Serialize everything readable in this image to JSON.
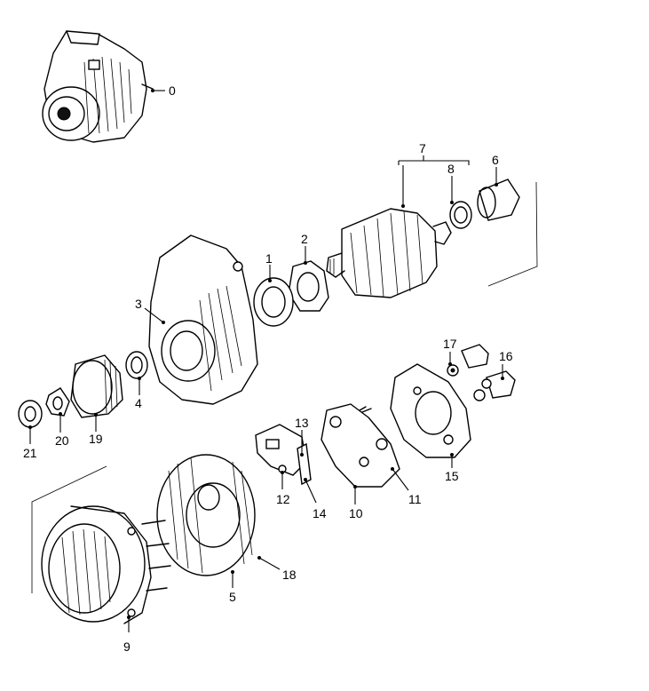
{
  "callouts": {
    "c0": "0",
    "c1": "1",
    "c2": "2",
    "c3": "3",
    "c4": "4",
    "c5": "5",
    "c6": "6",
    "c7": "7",
    "c8": "8",
    "c9": "9",
    "c10": "10",
    "c11": "11",
    "c12": "12",
    "c13": "13",
    "c14": "14",
    "c15": "15",
    "c16": "16",
    "c17": "17",
    "c18": "18",
    "c19": "19",
    "c20": "20",
    "c21": "21"
  }
}
